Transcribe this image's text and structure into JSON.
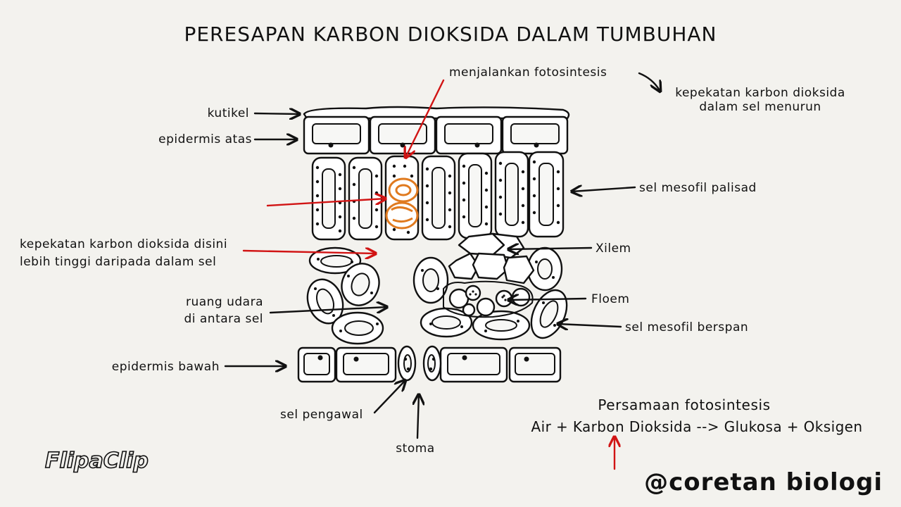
{
  "title": "PERESAPAN KARBON DIOKSIDA DALAM TUMBUHAN",
  "labels": {
    "photosynthesis": "menjalankan fotosintesis",
    "conc_decrease_1": "kepekatan karbon dioksida",
    "conc_decrease_2": "dalam sel menurun",
    "cuticle": "kutikel",
    "upper_epidermis": "epidermis atas",
    "palisade": "sel mesofil palisad",
    "conc_higher_1": "kepekatan karbon dioksida disini",
    "conc_higher_2": "lebih tinggi daripada dalam sel",
    "xylem": "Xilem",
    "phloem": "Floem",
    "air_space_1": "ruang udara",
    "air_space_2": "di antara sel",
    "spongy": "sel mesofil berspan",
    "lower_epidermis": "epidermis bawah",
    "guard_cell": "sel pengawal",
    "stoma": "stoma"
  },
  "equation": {
    "heading": "Persamaan fotosintesis",
    "text": "Air + Karbon Dioksida --> Glukosa + Oksigen"
  },
  "watermark": "FlipaClip",
  "credit": "@coretan biologi",
  "colors": {
    "background": "#f3f2ee",
    "ink": "#111111",
    "co2_arrow": "#d11414",
    "chloroplast_highlight": "#e07a1f"
  }
}
